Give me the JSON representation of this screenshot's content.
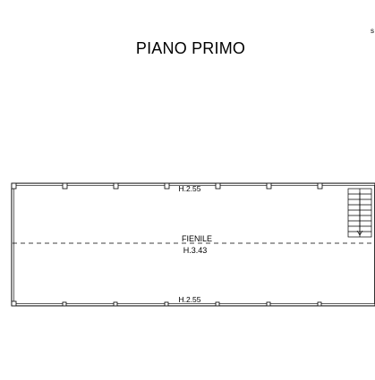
{
  "title": "PIANO PRIMO",
  "corner_mark": "s",
  "rooms": [
    {
      "name": "FIENILE",
      "height_label": "H.3.43"
    }
  ],
  "height_labels": {
    "top_wall": "H.2.55",
    "bottom_wall": "H.2.55"
  }
}
